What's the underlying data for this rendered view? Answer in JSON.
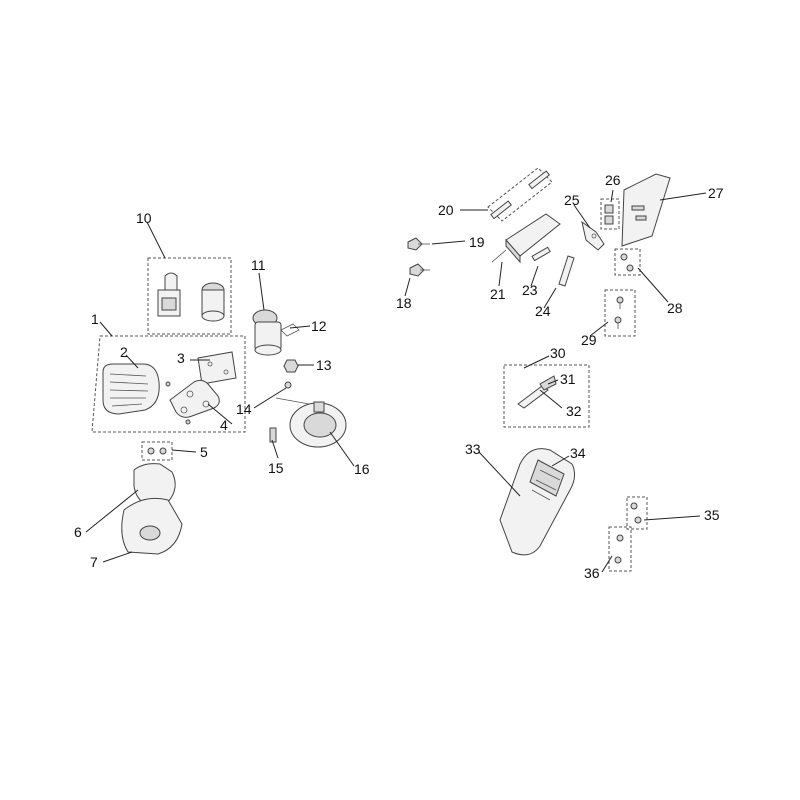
{
  "callouts": [
    "1",
    "2",
    "3",
    "4",
    "5",
    "6",
    "7",
    "10",
    "11",
    "12",
    "13",
    "14",
    "15",
    "16",
    "18",
    "19",
    "20",
    "21",
    "23",
    "24",
    "25",
    "26",
    "27",
    "28",
    "29",
    "30",
    "31",
    "32",
    "33",
    "34",
    "35",
    "36"
  ]
}
